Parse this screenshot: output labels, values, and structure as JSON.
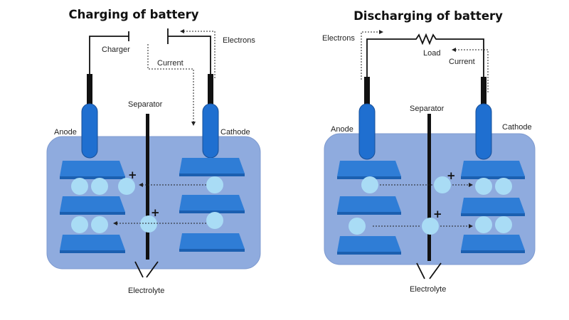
{
  "charging": {
    "title": "Charging of battery",
    "charger": "Charger",
    "current": "Current",
    "electrons": "Electrons",
    "separator": "Separator",
    "anode": "Anode",
    "cathode": "Cathode",
    "electrolyte": "Electrolyte",
    "plus": "+"
  },
  "discharging": {
    "title": "Discharging of battery",
    "electrons": "Electrons",
    "load": "Load",
    "current": "Current",
    "separator": "Separator",
    "anode": "Anode",
    "cathode": "Cathode",
    "electrolyte": "Electrolyte",
    "plus": "+"
  },
  "colors": {
    "electrolyte": "#8fabde",
    "plate": "#2f7dd6",
    "plate_edge": "#1b5fb0",
    "ion": "#a9dcf5",
    "electrode": "#1f6fd0",
    "separator": "#111111"
  }
}
